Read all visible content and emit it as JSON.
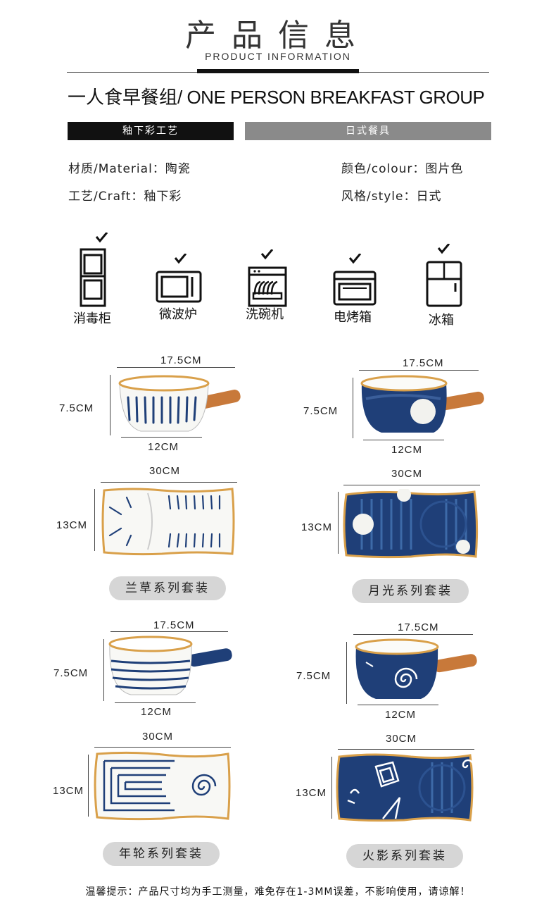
{
  "header": {
    "title_cn": "产品信息",
    "title_en": "PRODUCT INFORMATION"
  },
  "product": {
    "name_cn": "一人食早餐组",
    "name_en": "/ ONE PERSON BREAKFAST GROUP",
    "tag_left": "釉下彩工艺",
    "tag_right": "日式餐具"
  },
  "specs": {
    "material": "材质/Material：陶瓷",
    "color": "颜色/colour：图片色",
    "craft": "工艺/Craft：釉下彩",
    "style": "风格/style：日式"
  },
  "appliances": [
    {
      "label": "消毒柜",
      "icon": "disinfection-cabinet-icon"
    },
    {
      "label": "微波炉",
      "icon": "microwave-icon"
    },
    {
      "label": "洗碗机",
      "icon": "dishwasher-icon"
    },
    {
      "label": "电烤箱",
      "icon": "oven-icon"
    },
    {
      "label": "冰箱",
      "icon": "fridge-icon"
    }
  ],
  "sets": [
    {
      "name": "兰草系列套装",
      "bowl_width": "17.5CM",
      "bowl_height": "7.5CM",
      "bowl_base": "12CM",
      "plate_width": "30CM",
      "plate_height": "13CM"
    },
    {
      "name": "月光系列套装",
      "bowl_width": "17.5CM",
      "bowl_height": "7.5CM",
      "bowl_base": "12CM",
      "plate_width": "30CM",
      "plate_height": "13CM"
    },
    {
      "name": "年轮系列套装",
      "bowl_width": "17.5CM",
      "bowl_height": "7.5CM",
      "bowl_base": "12CM",
      "plate_width": "30CM",
      "plate_height": "13CM"
    },
    {
      "name": "火影系列套装",
      "bowl_width": "17.5CM",
      "bowl_height": "7.5CM",
      "bowl_base": "12CM",
      "plate_width": "30CM",
      "plate_height": "13CM"
    }
  ],
  "colors": {
    "glaze_blue": "#1f3f78",
    "rim_orange": "#d9a04a",
    "handle_wood": "#c8793a"
  },
  "notice": "温馨提示：产品尺寸均为手工测量，难免存在1-3MM误差，不影响使用，请谅解！"
}
